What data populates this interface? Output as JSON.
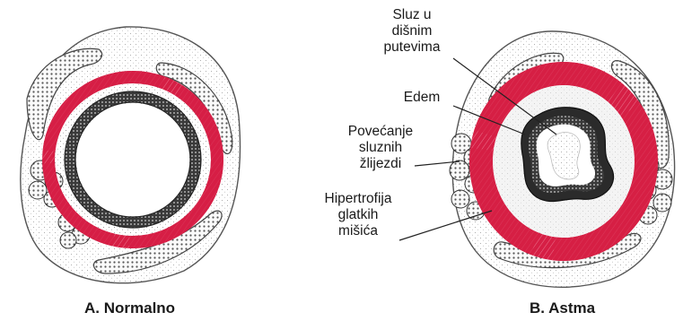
{
  "captions": {
    "normal": "A. Normalno",
    "asthma": "B. Astma"
  },
  "labels": {
    "mucus": [
      "Sluz u",
      "dišnim",
      "putevima"
    ],
    "edema": "Edem",
    "glands": [
      "Povećanje",
      "sluznih",
      "žlijezdi"
    ],
    "muscle": [
      "Hipertrofija",
      "glatkih",
      "mišića"
    ]
  },
  "colors": {
    "smooth_muscle": "#d61f45",
    "epithelium": "#2b2b2b",
    "tissue_outline": "#555555",
    "lumen": "#ffffff",
    "mucus": "#e3e3e3"
  }
}
